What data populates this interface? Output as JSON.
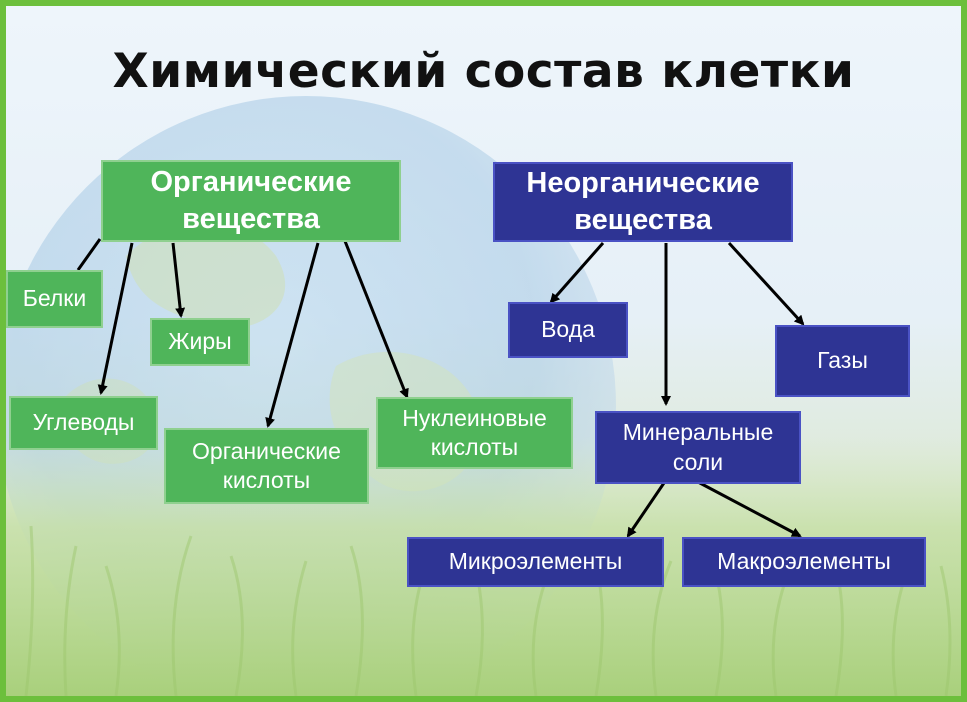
{
  "title": "Химический состав клетки",
  "organic": {
    "heading": "Органические\nвещества",
    "items": {
      "proteins": "Белки",
      "fats": "Жиры",
      "carbs": "Углеводы",
      "organic_acids": "Органические\nкислоты",
      "nucleic_acids": "Нуклеиновые\nкислоты"
    }
  },
  "inorganic": {
    "heading": "Неорганические\nвещества",
    "items": {
      "water": "Вода",
      "gases": "Газы",
      "mineral_salts": "Минеральные\nсоли",
      "microelements": "Микроэлементы",
      "macroelements": "Макроэлементы"
    }
  },
  "colors": {
    "organic_box": "#4fb55a",
    "inorganic_box": "#2e3494",
    "frame": "#6cbf3c"
  }
}
